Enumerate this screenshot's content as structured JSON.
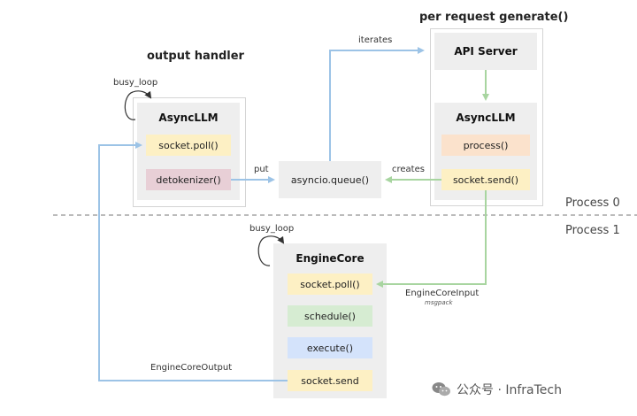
{
  "headings": {
    "output_handler": "output handler",
    "per_request": "per request generate()"
  },
  "process_labels": {
    "p0": "Process 0",
    "p1": "Process 1"
  },
  "left_block": {
    "busy_loop": "busy_loop",
    "title": "AsyncLLM",
    "socket_poll": "socket.poll()",
    "detokenizer": "detokenizer()"
  },
  "queue": {
    "label": "asyncio.queue()"
  },
  "right_block": {
    "api_server": "API Server",
    "title": "AsyncLLM",
    "process": "process()",
    "socket_send": "socket.send()"
  },
  "engine": {
    "busy_loop": "busy_loop",
    "title": "EngineCore",
    "socket_poll": "socket.poll()",
    "schedule": "schedule()",
    "execute": "execute()",
    "socket_send": "socket.send"
  },
  "edges": {
    "iterates": "iterates",
    "put": "put",
    "creates": "creates",
    "engine_core_input": "EngineCoreInput",
    "msgpack": "msgpack",
    "engine_core_output": "EngineCoreOutput"
  },
  "watermark": {
    "text": "公众号 · InfraTech"
  },
  "colors": {
    "blue_line": "#9cc3e6",
    "green_line": "#a8d5a0",
    "yellow": "#fdf0c4",
    "pink": "#e8cfd6",
    "orange": "#fbe2cc",
    "green": "#d6ecd2",
    "blue": "#d4e3fb",
    "panel": "#eeeeee"
  }
}
